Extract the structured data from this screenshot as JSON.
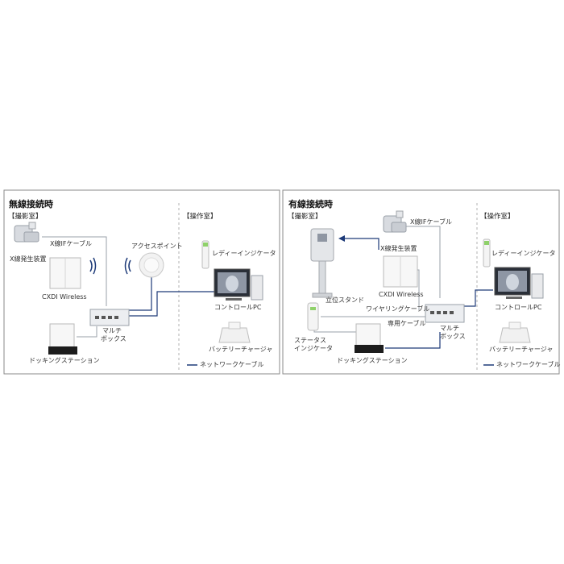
{
  "left": {
    "title": "無線接続時",
    "room_exam": "【撮影室】",
    "room_op": "【操作室】",
    "xray_generator": "X線発生装置",
    "xray_if_cable": "X線IFケーブル",
    "access_point": "アクセスポイント",
    "ready_indicator": "レディーインジケータ",
    "cxdi": "CXDI Wireless",
    "control_pc": "コントロールPC",
    "multibox_line1": "マルチ",
    "multibox_line2": "ボックス",
    "docking": "ドッキングステーション",
    "battery": "バッテリーチャージャ",
    "network_legend": "ネットワークケーブル"
  },
  "right": {
    "title": "有線接続時",
    "room_exam": "【撮影室】",
    "room_op": "【操作室】",
    "xray_if_cable": "X線IFケーブル",
    "xray_generator": "X線発生装置",
    "ready_indicator": "レディーインジケータ",
    "cxdi": "CXDI Wireless",
    "standing_stand": "立位スタンド",
    "wiring_cable": "ワイヤリングケーブル",
    "control_pc": "コントロールPC",
    "dedicated_cable": "専用ケーブル",
    "multibox_line1": "マルチ",
    "multibox_line2": "ボックス",
    "status_line1": "ステータス",
    "status_line2": "インジケータ",
    "docking": "ドッキングステーション",
    "battery": "バッテリーチャージャ",
    "network_legend": "ネットワークケーブル"
  },
  "colors": {
    "network": "#1d3a78",
    "cable": "#9aa0a8",
    "border": "#8a8a8a",
    "dashed": "#b0b0b0"
  }
}
